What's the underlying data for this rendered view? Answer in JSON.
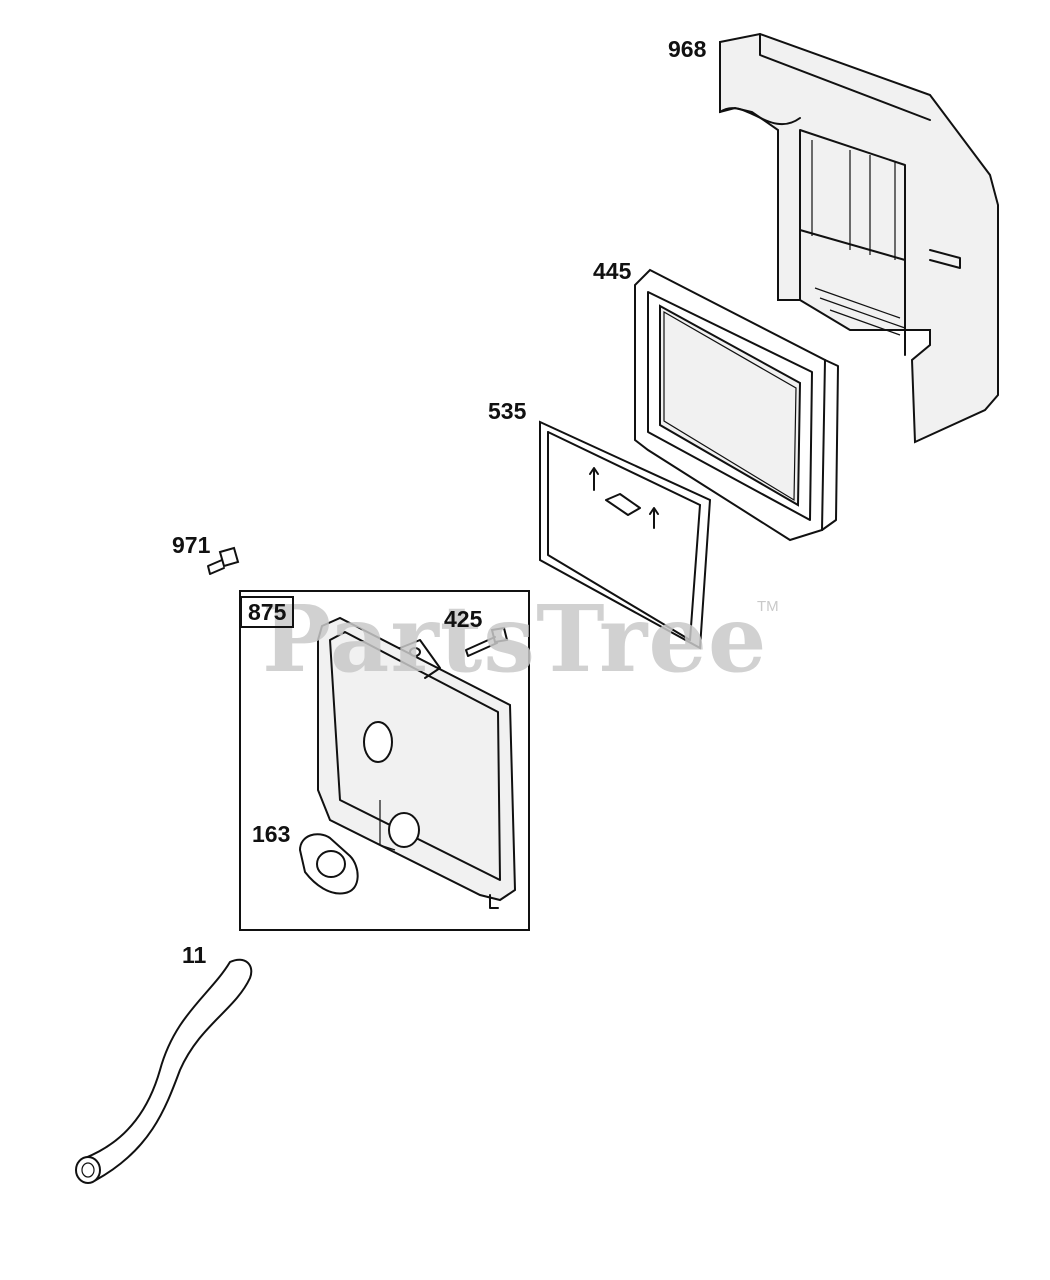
{
  "watermark": {
    "text": "PartsTree",
    "trademark": "TM"
  },
  "callouts": {
    "p968": "968",
    "p445": "445",
    "p535": "535",
    "p971": "971",
    "p875": "875",
    "p425": "425",
    "p163": "163",
    "p11": "11"
  },
  "insert_arrows": {
    "icon": "arrow-up-icon"
  },
  "colors": {
    "line": "#111111",
    "watermark": "#c9c9c9",
    "shade": "#f1f1f1"
  }
}
